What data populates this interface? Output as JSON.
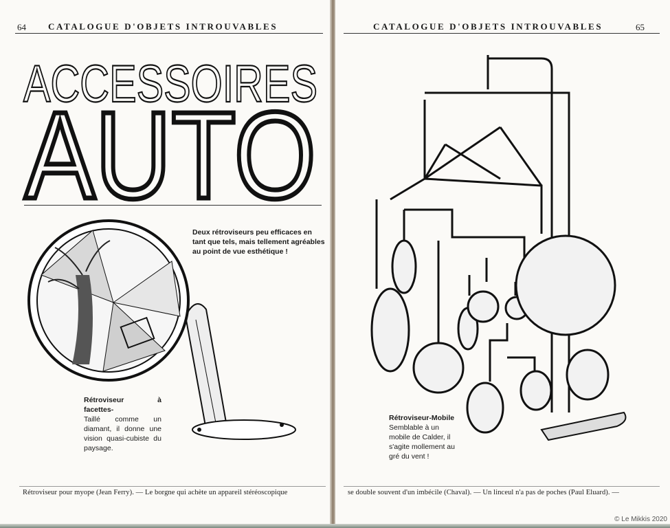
{
  "left_page": {
    "page_number": "64",
    "running_head": "CATALOGUE D'OBJETS INTROUVABLES",
    "title_line1": "ACCESSOIRES",
    "title_line2": "AUTO",
    "blurb": "Deux rétroviseurs peu efficaces en tant que tels, mais tellement agréables au point de vue esthétique !",
    "caption_title": "Rétroviseur à facettes-",
    "caption_body": "Taillé comme un diamant, il donne une vision quasi-cubiste du paysage.",
    "footer": "Rétroviseur pour myope (Jean Ferry). — Le borgne qui achète un appareil stéréoscopique"
  },
  "right_page": {
    "page_number": "65",
    "running_head": "CATALOGUE D'OBJETS INTROUVABLES",
    "caption_title": "Rétroviseur-Mobile",
    "caption_body": "Semblable à un mobile de Calder, il s'agite mollement au gré du vent !",
    "footer": "se double souvent d'un imbécile (Chaval). — Un linceul n'a pas de poches (Paul Eluard). —"
  },
  "copyright": "© Le Mikkis 2020"
}
